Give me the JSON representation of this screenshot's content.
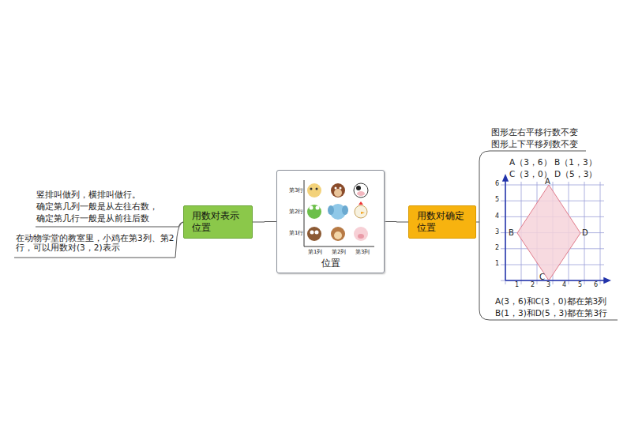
{
  "diagram": {
    "nodes": [
      {
        "text": [
          "位置"
        ]
      },
      {
        "text": [
          "用数对表示位置"
        ]
      },
      {
        "text": [
          "用数对确定位置"
        ]
      }
    ],
    "edges": [
      {
        "from": 0,
        "to": 1,
        "arrow": "none"
      },
      {
        "from": 0,
        "to": 2,
        "arrow": "none"
      }
    ],
    "labels": [
      "竖排叫做列，横排叫做行。",
      "确定第几列一般是从左往右数，",
      "确定第几行一般是从前往后数",
      "在动物学堂的教室里，小鸡在第3列、第2行，可以用数对(3，2)表示",
      "第3行",
      "第2行",
      "第1行",
      "第1列",
      "第2列",
      "第3列",
      "图形左右平移行数不变",
      "图形上下平移列数不变",
      "A（3，6）",
      "B（1，3）",
      "C（3，0）",
      "D（5，3）",
      "6",
      "5",
      "4",
      "3",
      "2",
      "1",
      "1",
      "2",
      "3",
      "4",
      "5",
      "6",
      "A",
      "B",
      "C",
      "D",
      "A(3，6)和C(3，0)都在第3列",
      "B(1，3)和D(5，3)都在第3行"
    ]
  }
}
